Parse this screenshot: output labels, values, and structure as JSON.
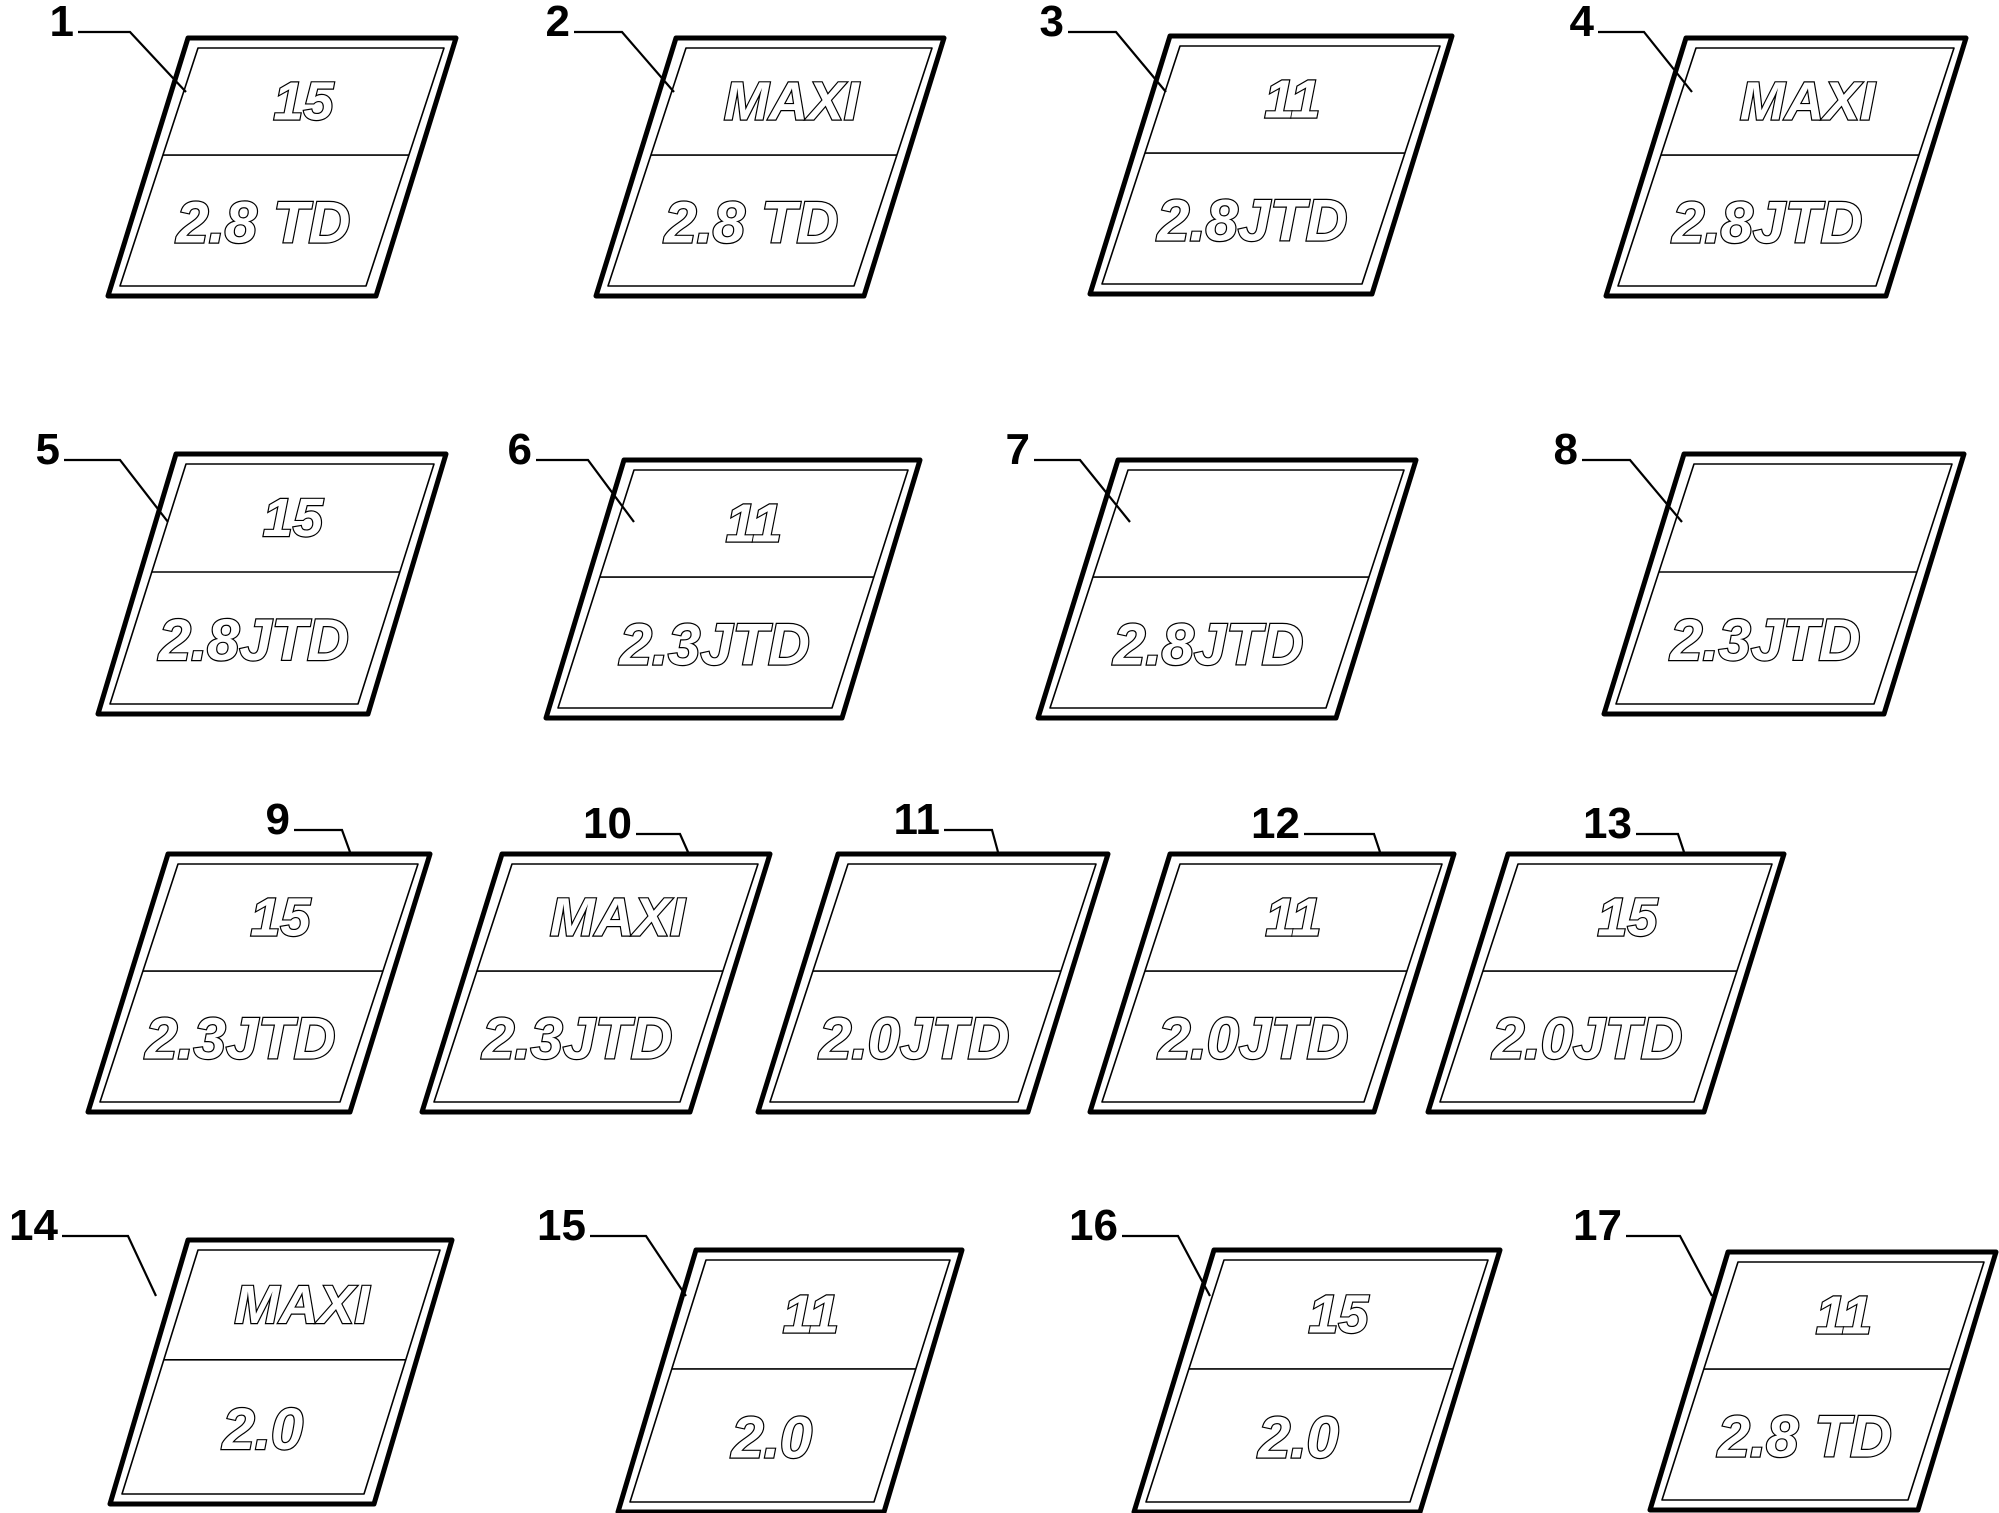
{
  "diagram": {
    "badges": [
      {
        "num": "1",
        "top": "15",
        "bottom": "2.8 TD"
      },
      {
        "num": "2",
        "top": "MAXI",
        "bottom": "2.8 TD"
      },
      {
        "num": "3",
        "top": "11",
        "bottom": "2.8JTD"
      },
      {
        "num": "4",
        "top": "MAXI",
        "bottom": "2.8JTD"
      },
      {
        "num": "5",
        "top": "15",
        "bottom": "2.8JTD"
      },
      {
        "num": "6",
        "top": "11",
        "bottom": "2.3JTD"
      },
      {
        "num": "7",
        "top": "",
        "bottom": "2.8JTD"
      },
      {
        "num": "8",
        "top": "",
        "bottom": "2.3JTD"
      },
      {
        "num": "9",
        "top": "15",
        "bottom": "2.3JTD"
      },
      {
        "num": "10",
        "top": "MAXI",
        "bottom": "2.3JTD"
      },
      {
        "num": "11",
        "top": "",
        "bottom": "2.0JTD"
      },
      {
        "num": "12",
        "top": "11",
        "bottom": "2.0JTD"
      },
      {
        "num": "13",
        "top": "15",
        "bottom": "2.0JTD"
      },
      {
        "num": "14",
        "top": "MAXI",
        "bottom": "2.0"
      },
      {
        "num": "15",
        "top": "11",
        "bottom": "2.0"
      },
      {
        "num": "16",
        "top": "15",
        "bottom": "2.0"
      },
      {
        "num": "17",
        "top": "11",
        "bottom": "2.8 TD"
      }
    ]
  }
}
